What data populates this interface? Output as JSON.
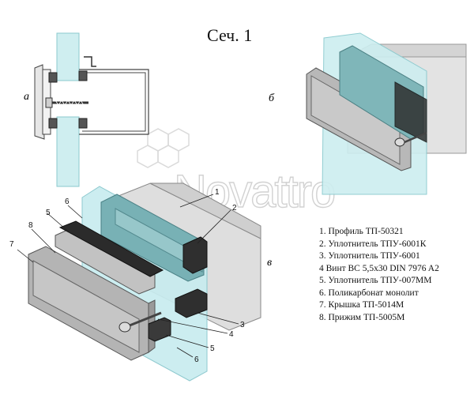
{
  "title": "Сеч. 1",
  "view_labels": {
    "a": "а",
    "b": "б",
    "v": "в"
  },
  "watermark": "Novattro",
  "callouts": [
    "1",
    "2",
    "3",
    "4",
    "5",
    "5",
    "6",
    "6",
    "7",
    "8"
  ],
  "legend": [
    "1. Профиль ТП-50321",
    "2. Уплотнитель ТПУ-6001К",
    "3. Уплотнитель ТПУ-6001",
    "4 Винт ВС 5,5х30 DIN 7976 A2",
    "5. Уплотнитель ТПУ-007ММ",
    "6. Поликарбонат монолит",
    "7. Крышка ТП-5014М",
    "8. Прижим ТП-5005М"
  ],
  "colors": {
    "glass": "#bfe8ea",
    "glass_edge": "#7fc6cc",
    "seal_teal": "#6fa9ad",
    "profile_grey": "#bdbdbd",
    "seal_dark": "#2e2e2e"
  }
}
